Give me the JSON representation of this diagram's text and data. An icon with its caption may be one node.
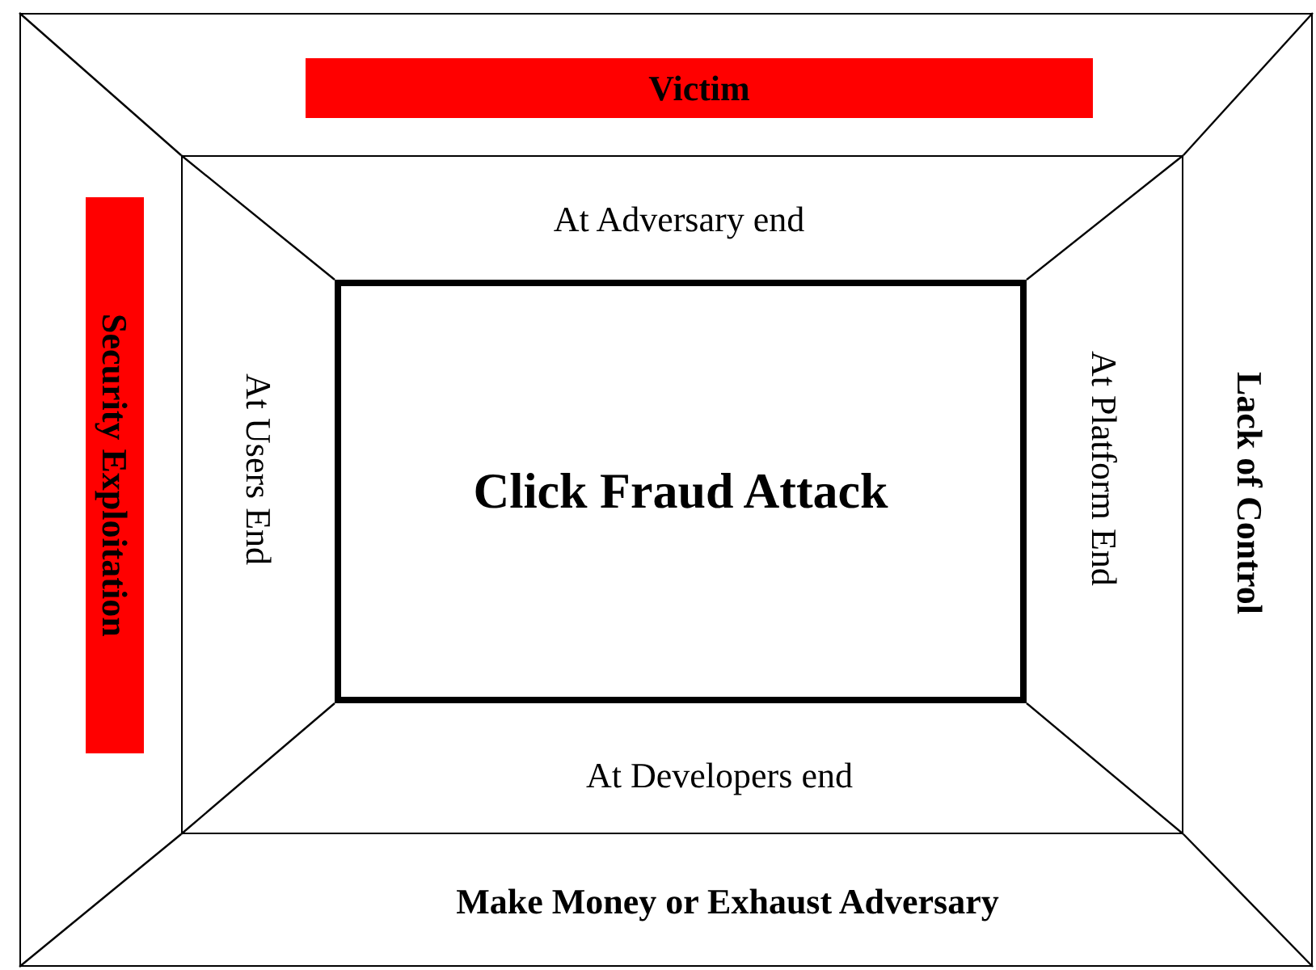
{
  "diagram": {
    "nodes": [
      {
        "text": [],
        "shape": "box"
      },
      {
        "text": [
          "Victim"
        ],
        "in": 0
      },
      {
        "text": [
          "Security Exploitation"
        ],
        "in": 0
      },
      {
        "text": [],
        "shape": "box",
        "in": 0
      },
      {
        "text": [
          "Click Fraud Attack"
        ],
        "in": 3
      }
    ],
    "labels": [
      "At Adversary end",
      "At Users End",
      "At Platform End",
      "At Developers end",
      "Lack of Control",
      "Make Money or Exhaust Adversary"
    ]
  }
}
